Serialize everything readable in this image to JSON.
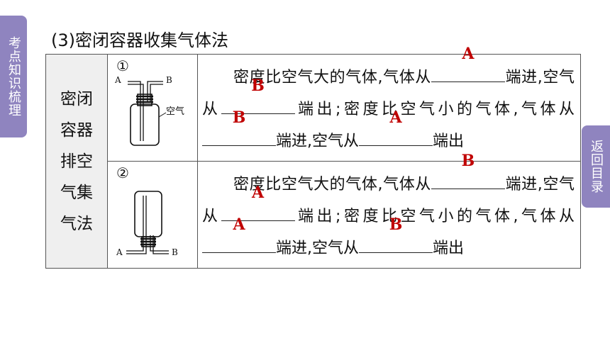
{
  "nav": {
    "left_tab": "考点知识梳理",
    "right_tab": "返回目录"
  },
  "section_title": "(3)密闭容器收集气体法",
  "method_name": "密闭容器排空气集气法",
  "row1": {
    "num": "①",
    "fig_labels": {
      "a": "A",
      "b": "B",
      "air": "空气"
    },
    "s1": "密度比空气大的气体,气体从",
    "s2": "端进,空气从",
    "s3": "端出;密度比空气小的气体,气体从",
    "s4": "端进,空气从",
    "s5": "端出",
    "answers": [
      "A",
      "B",
      "B",
      "A"
    ]
  },
  "row2": {
    "num": "②",
    "fig_labels": {
      "a": "A",
      "b": "B"
    },
    "s1": "密度比空气大的气体,气体从",
    "s2": "端进,空气从",
    "s3": "端出;密度比空气小的气体,气体从",
    "s4": "端进,空气从",
    "s5": "端出",
    "answers": [
      "B",
      "A",
      "A",
      "B"
    ]
  },
  "colors": {
    "accent": "#8f84bf",
    "answer": "#c00000"
  }
}
